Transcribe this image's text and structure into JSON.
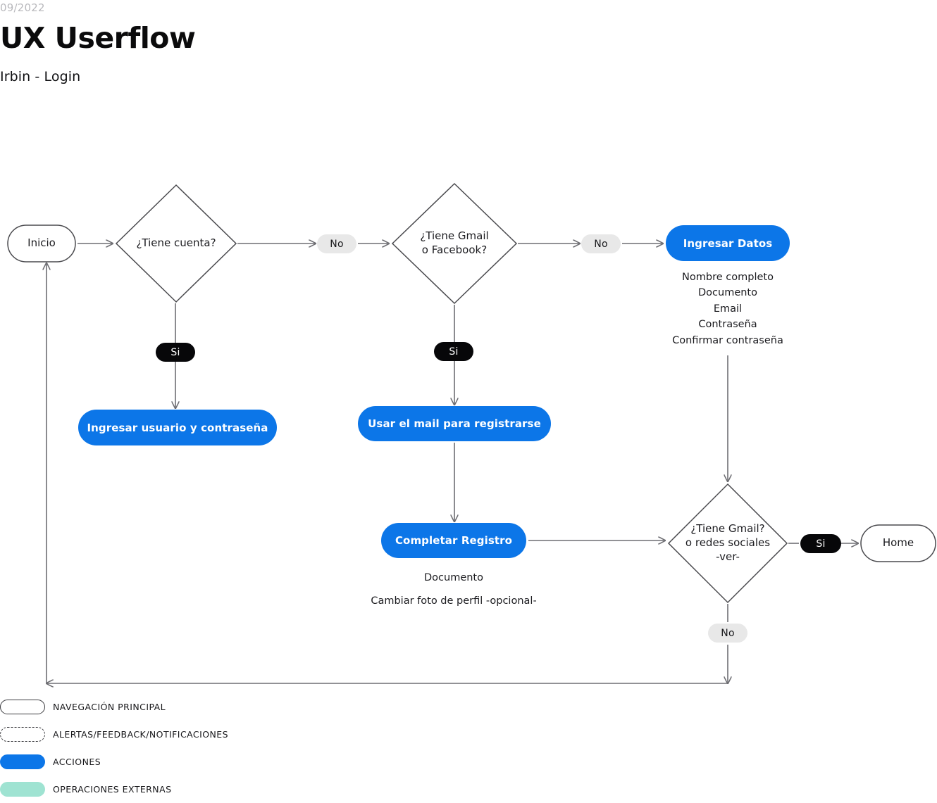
{
  "header": {
    "date": "09/2022",
    "title": "UX Userflow",
    "subtitle": "Irbin - Login"
  },
  "colors": {
    "action_blue": "#0c76e8",
    "yes_badge": "#070709",
    "no_badge": "#e8e8e8",
    "external_mint": "#9fe3d2",
    "line": "#6e6e73",
    "node_stroke": "#4a4a4e",
    "date_gray": "#b9b9bd"
  },
  "flow": {
    "nodes": {
      "inicio": {
        "label": "Inicio",
        "shape": "rounded-rect",
        "type": "navigation"
      },
      "tiene_cuenta": {
        "label": "¿Tiene cuenta?",
        "shape": "diamond",
        "type": "decision"
      },
      "tiene_gmail_facebook": {
        "label": "¿Tiene Gmail\no Facebook?",
        "shape": "diamond",
        "type": "decision"
      },
      "ingresar_datos": {
        "label": "Ingresar Datos",
        "shape": "pill",
        "type": "action"
      },
      "ingresar_usuario": {
        "label": "Ingresar usuario y contraseña",
        "shape": "pill",
        "type": "action"
      },
      "usar_mail": {
        "label": "Usar el mail para registrarse",
        "shape": "pill",
        "type": "action"
      },
      "completar_registro": {
        "label": "Completar Registro",
        "shape": "pill",
        "type": "action"
      },
      "tiene_gmail_redes": {
        "label": "¿Tiene Gmail?\no redes sociales\n-ver-",
        "shape": "diamond",
        "type": "decision"
      },
      "home": {
        "label": "Home",
        "shape": "rounded-rect",
        "type": "navigation"
      }
    },
    "badges": {
      "no_1": "No",
      "no_2": "No",
      "no_3": "No",
      "si_1": "Si",
      "si_2": "Si",
      "si_3": "Si"
    },
    "captions": {
      "ingresar_datos_fields": "Nombre completo\nDocumento\nEmail\nContraseña\nConfirmar contraseña",
      "completar_registro_1": "Documento",
      "completar_registro_2": "Cambiar foto de perfil -opcional-"
    }
  },
  "legend": {
    "items": [
      {
        "label": "NAVEGACIÓN PRINCIPAL",
        "swatch": "solid-outline"
      },
      {
        "label": "ALERTAS/FEEDBACK/NOTIFICACIONES",
        "swatch": "dashed-outline"
      },
      {
        "label": "ACCIONES",
        "swatch": "blue"
      },
      {
        "label": "OPERACIONES EXTERNAS",
        "swatch": "mint"
      }
    ]
  }
}
